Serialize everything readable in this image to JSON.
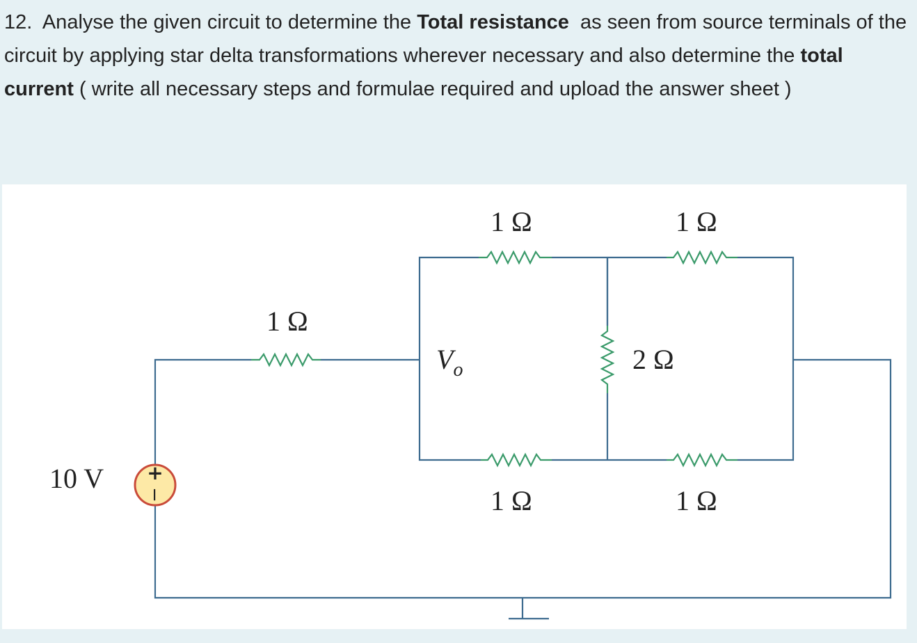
{
  "question": {
    "number": "12.",
    "t1": "Analyse the given circuit to determine the",
    "b1": "Total resistance",
    "t2": "as seen from source terminals of the circuit by applying star delta transformations wherever necessary  and also determine the",
    "b2": "total current",
    "t3": "( write all necessary steps and formulae required and upload the answer sheet )"
  },
  "circuit": {
    "source_label": "10 V",
    "source_plus": "+",
    "source_minus": "−",
    "r_series": "1 Ω",
    "r_top_left": "1 Ω",
    "r_top_right": "1 Ω",
    "r_middle": "2 Ω",
    "r_bottom_left": "1 Ω",
    "r_bottom_right": "1 Ω",
    "node_label": "V",
    "node_sub": "o"
  },
  "colors": {
    "wire": "#3d6b8f",
    "resistor": "#3a9a6a",
    "source_fill": "#fde9a6",
    "source_ring": "#c94b3a",
    "background": "#e6f1f4"
  }
}
